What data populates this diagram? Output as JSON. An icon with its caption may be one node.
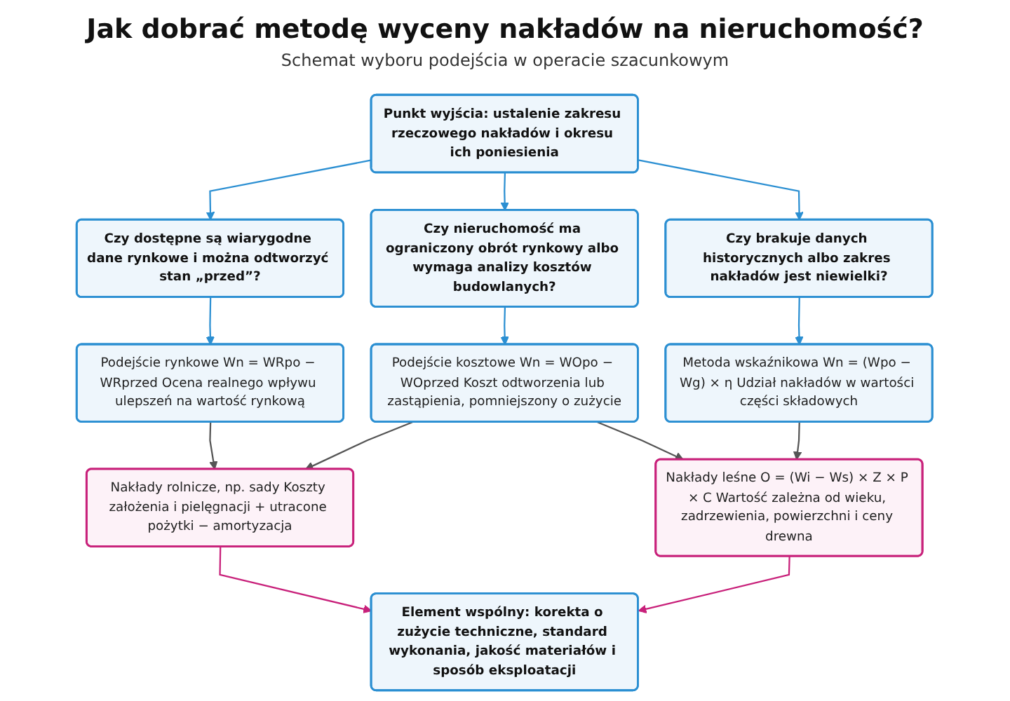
{
  "diagram": {
    "title": "Jak dobrać metodę wyceny nakładów na nieruchomość?",
    "nodes": [
      {
        "text": [
          "Punkt wyjścia: ustalenie zakresu rzeczowego nakładów i okresu ich poniesienia"
        ]
      },
      {
        "text": [
          "Czy dostępne są wiarygodne dane rynkowe i można odtworzyć stan „przed”?"
        ]
      },
      {
        "text": [
          "Czy nieruchomość ma ograniczony obrót rynkowy albo wymaga analizy kosztów budowlanych?"
        ]
      },
      {
        "text": [
          "Czy brakuje danych historycznych albo zakres nakładów jest niewielki?"
        ]
      },
      {
        "text": [
          "Podejście rynkowe Wn = WRpo − WRprzed Ocena realnego wpływu ulepszeń na wartość rynkową"
        ]
      },
      {
        "text": [
          "Podejście kosztowe Wn = WOpo − WOprzed Koszt odtworzenia lub zastąpienia, pomniejszony o zużycie"
        ]
      },
      {
        "text": [
          "Metoda wskaźnikowa Wn = (Wpo − Wg) × η Udział nakładów w wartości części składowych"
        ]
      },
      {
        "text": [
          "Nakłady rolnicze, np. sady Koszty założenia i pielęgnacji + utracone pożytki − amortyzacja"
        ]
      },
      {
        "text": [
          "Nakłady leśne O = (Wi − Ws) × Z × P × C Wartość zależna od wieku, zadrzewienia, powierzchni i ceny drewna"
        ]
      },
      {
        "text": [
          "Element wspólny: korekta o zużycie techniczne, standard wykonania, jakość materiałów i sposób eksploatacji"
        ]
      }
    ],
    "edges": [
      {
        "from": 0,
        "to": 1,
        "arrow": "to"
      },
      {
        "from": 0,
        "to": 2,
        "arrow": "to"
      },
      {
        "from": 0,
        "to": 3,
        "arrow": "to"
      },
      {
        "from": 1,
        "to": 4,
        "arrow": "to"
      },
      {
        "from": 2,
        "to": 5,
        "arrow": "to"
      },
      {
        "from": 3,
        "to": 6,
        "arrow": "to"
      },
      {
        "from": 4,
        "to": 7,
        "arrow": "to",
        "color": "#555555"
      },
      {
        "from": 5,
        "to": 7,
        "arrow": "to",
        "color": "#555555"
      },
      {
        "from": 5,
        "to": 8,
        "arrow": "to",
        "color": "#555555"
      },
      {
        "from": 6,
        "to": 8,
        "arrow": "to",
        "color": "#555555"
      },
      {
        "from": 7,
        "to": 9,
        "arrow": "to",
        "color": "#c8207a"
      },
      {
        "from": 8,
        "to": 9,
        "arrow": "to",
        "color": "#c8207a"
      }
    ],
    "labels": [
      "Schemat wyboru podejścia w operacie szacunkowym"
    ]
  }
}
